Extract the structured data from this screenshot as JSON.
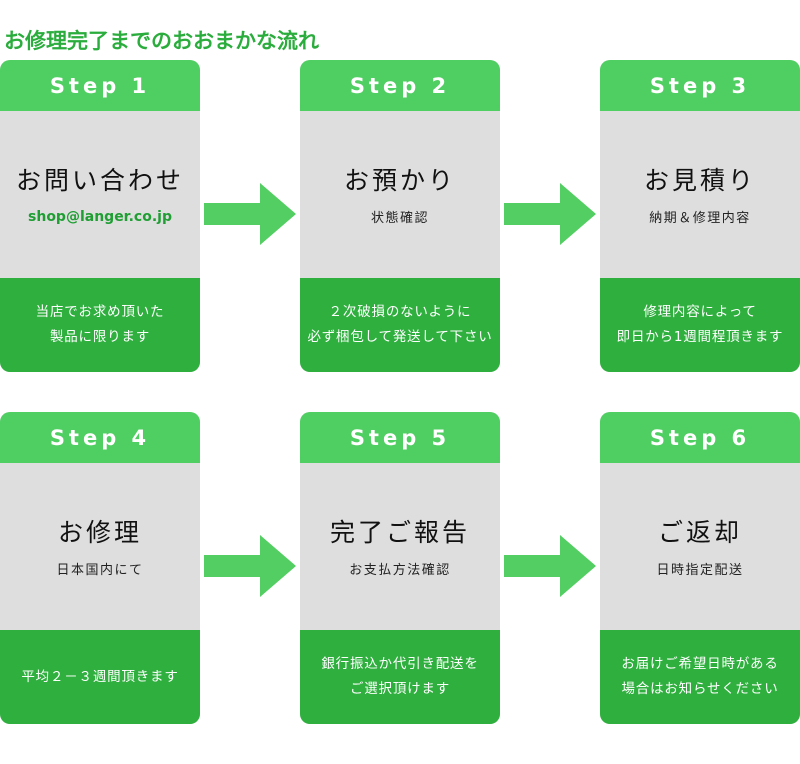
{
  "page": {
    "title": "お修理完了までのおおまかな流れ",
    "title_color": "#2BAD3D",
    "background": "#FFFFFF"
  },
  "theme": {
    "header_green": "#4FCE62",
    "footer_green": "#2EAF3E",
    "body_gray": "#DEDEDE",
    "arrow_green": "#52CE62",
    "email_green": "#1F9E33",
    "text_dark": "#111111"
  },
  "arrows": [
    {
      "name": "arrow-step1-to-step2",
      "icon": "arrow-right-icon"
    },
    {
      "name": "arrow-step2-to-step3",
      "icon": "arrow-right-icon"
    },
    {
      "name": "arrow-step4-to-step5",
      "icon": "arrow-right-icon"
    },
    {
      "name": "arrow-step5-to-step6",
      "icon": "arrow-right-icon"
    }
  ],
  "steps": [
    {
      "header": "Step 1",
      "title": "お問い合わせ",
      "subtitle": "shop@langer.co.jp",
      "subtitle_is_email": true,
      "footer_lines": [
        "当店でお求め頂いた",
        "製品に限ります"
      ]
    },
    {
      "header": "Step 2",
      "title": "お預かり",
      "subtitle": "状態確認",
      "subtitle_is_email": false,
      "footer_lines": [
        "２次破損のないように",
        "必ず梱包して発送して下さい"
      ]
    },
    {
      "header": "Step 3",
      "title": "お見積り",
      "subtitle": "納期＆修理内容",
      "subtitle_is_email": false,
      "footer_lines": [
        "修理内容によって",
        "即日から1週間程頂きます"
      ]
    },
    {
      "header": "Step 4",
      "title": "お修理",
      "subtitle": "日本国内にて",
      "subtitle_is_email": false,
      "footer_lines": [
        "平均２－３週間頂きます"
      ]
    },
    {
      "header": "Step 5",
      "title": "完了ご報告",
      "subtitle": "お支払方法確認",
      "subtitle_is_email": false,
      "footer_lines": [
        "銀行振込か代引き配送を",
        "ご選択頂けます"
      ]
    },
    {
      "header": "Step 6",
      "title": "ご返却",
      "subtitle": "日時指定配送",
      "subtitle_is_email": false,
      "footer_lines": [
        "お届けご希望日時がある",
        "場合はお知らせください"
      ]
    }
  ]
}
